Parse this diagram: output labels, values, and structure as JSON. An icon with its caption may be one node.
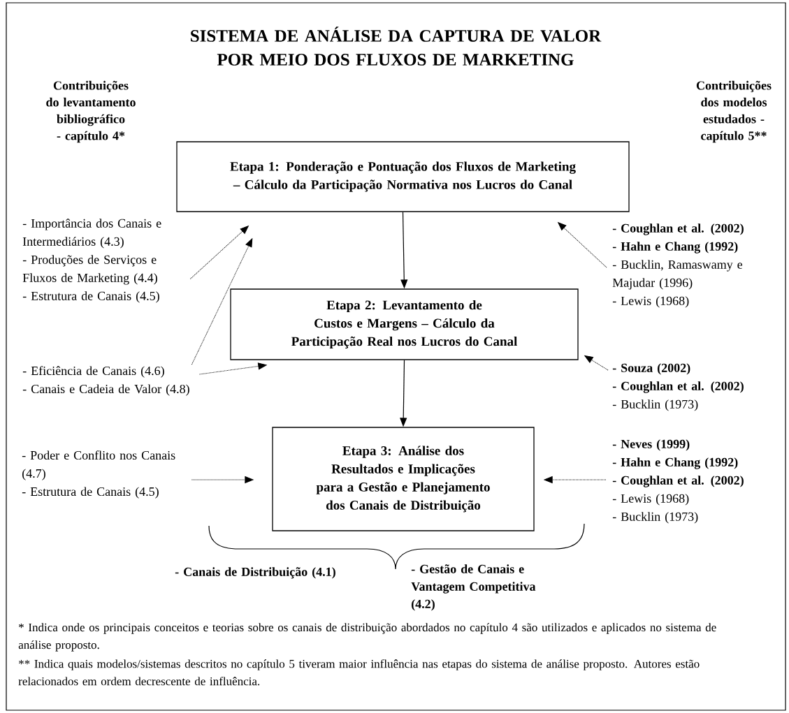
{
  "diagram": {
    "title": "SISTEMA DE ANÁLISE DA CAPTURA DE VALOR POR MEIO DOS FLUXOS DE MARKETING",
    "nodes": [
      {
        "text": [
          "Etapa 1: Ponderação e Pontuação dos Fluxos de Marketing –  Cálculo da Participação Normativa nos Lucros do Canal"
        ]
      },
      {
        "text": [
          "Etapa 2: Levantamento de Custos e Margens – Cálculo da Participação Real nos Lucros do Canal"
        ]
      },
      {
        "text": [
          "Etapa 3: Análise dos Resultados e  Implicações para a Gestão e Planejamento dos Canais de Distribuição"
        ]
      },
      {
        "text": [
          "- Importância dos Canais e Intermediários (4.3)",
          "- Produções de Serviços e Fluxos de Marketing (4.4)",
          "- Estrutura de Canais (4.5)"
        ]
      },
      {
        "text": [
          "- Eficiência de Canais (4.6)",
          "- Canais e Cadeia de Valor (4.8)"
        ]
      },
      {
        "text": [
          "- Poder e Conflito nos Canais (4.7)",
          "- Estrutura de Canais (4.5)"
        ]
      },
      {
        "text": [
          "**- Coughlan et al. (2002)**",
          "**- Hahn e Chang (1992)**",
          "- Bucklin, Ramaswamy e Majudar (1996)",
          "-  Lewis (1968)"
        ]
      },
      {
        "text": [
          "**- Souza (2002)**",
          "**- Coughlan et al. (2002)**",
          "- Bucklin (1973)"
        ]
      },
      {
        "text": [
          "**- Neves (1999)**",
          "**- Hahn e Chang (1992)**",
          "**- Coughlan et al. (2002)**",
          "- Lewis (1968)",
          "- Bucklin (1973)"
        ]
      }
    ],
    "edges": [
      {
        "from": 0,
        "to": 1,
        "arrow": "to"
      },
      {
        "from": 1,
        "to": 2,
        "arrow": "to"
      },
      {
        "from": 3,
        "to": 0,
        "arrow": "to",
        "style": "dashed"
      },
      {
        "from": 4,
        "to": 0,
        "arrow": "to",
        "style": "dashed"
      },
      {
        "from": 4,
        "to": 1,
        "arrow": "to",
        "style": "dashed"
      },
      {
        "from": 5,
        "to": 2,
        "arrow": "to",
        "style": "dashed"
      },
      {
        "from": 6,
        "to": 0,
        "arrow": "to",
        "style": "dashed"
      },
      {
        "from": 7,
        "to": 1,
        "arrow": "to",
        "style": "dashed"
      },
      {
        "from": 8,
        "to": 2,
        "arrow": "to",
        "style": "dashed"
      }
    ],
    "labels": [
      "Contribuições do levantamento bibliográfico - capítulo 4*",
      "Contribuições dos modelos estudados - capítulo 5**",
      "- Canais de Distribuição (4.1)",
      "- Gestão de Canais e Vantagem Competitiva (4.2)",
      "* Indica onde os principais conceitos e teorias sobre os canais de distribuição abordados no capítulo 4 são utilizados e aplicados no sistema de análise proposto.",
      "** Indica quais modelos/sistemas descritos no capítulo 5 tiveram maior influência nas etapas do sistema de análise proposto. Autores estão relacionados em ordem decrescente de influência."
    ]
  }
}
